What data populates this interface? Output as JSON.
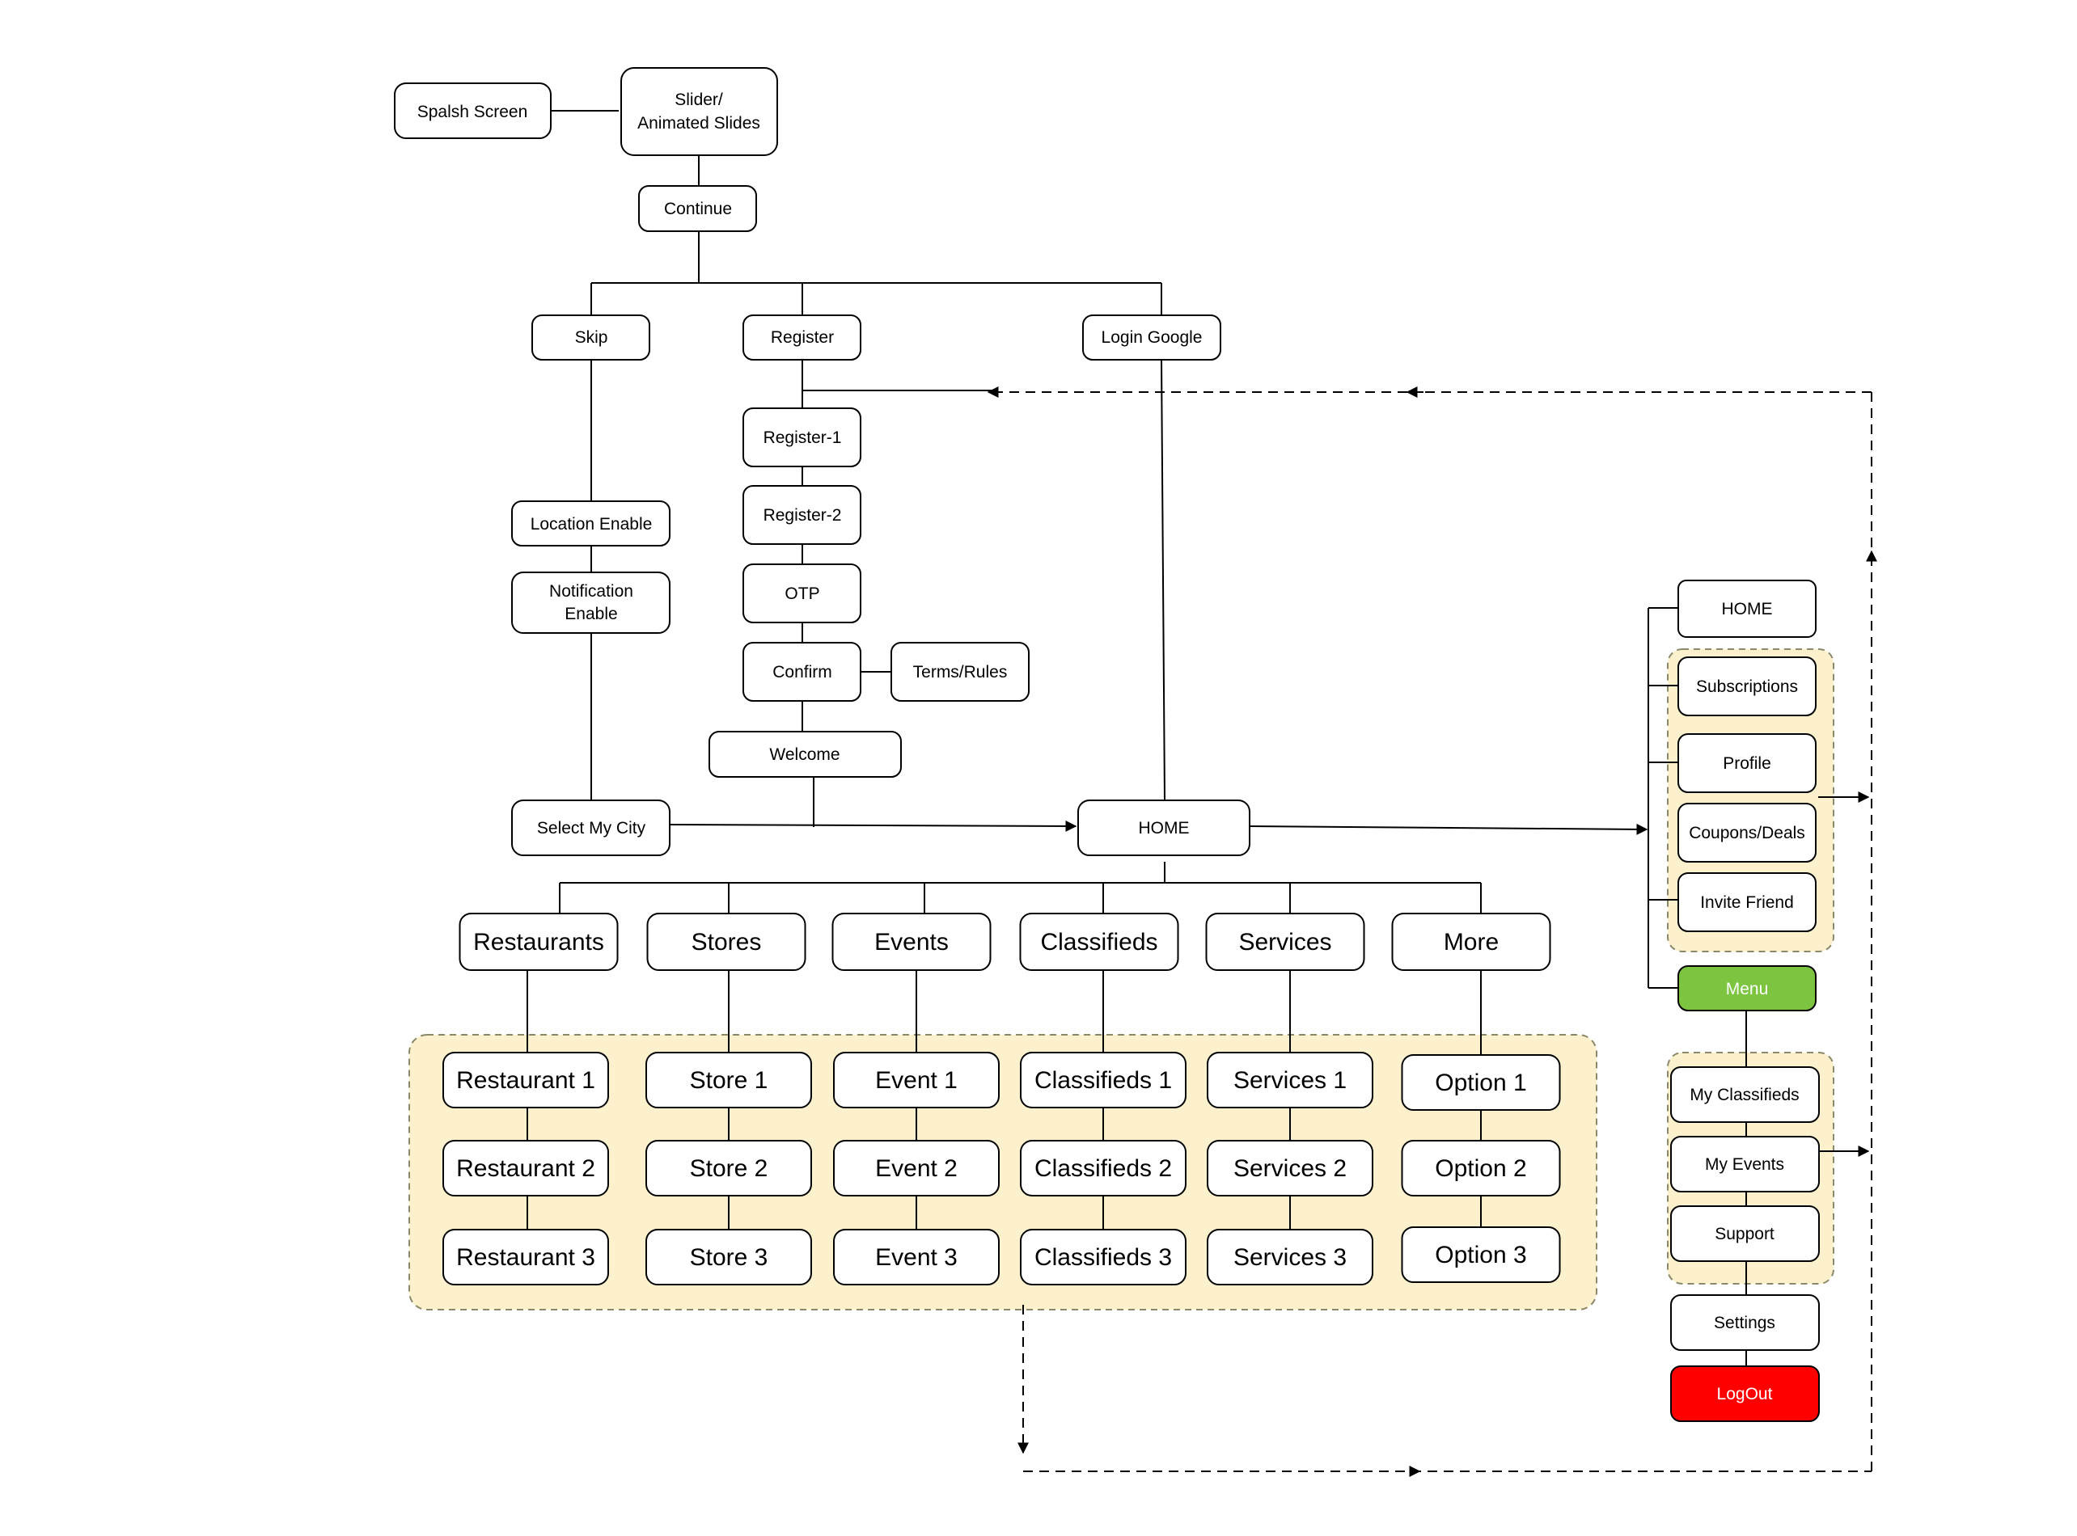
{
  "colors": {
    "stroke": "#000000",
    "node_fill": "#ffffff",
    "group_fill": "#fdf0cc",
    "group_border": "#8a8a6a",
    "menu_fill": "#7dc540",
    "menu_text": "#ffffff",
    "logout_fill": "#ff0000",
    "logout_text": "#ffffff"
  },
  "nodes": {
    "splash": "Spalsh Screen",
    "slider_line1": "Slider/",
    "slider_line2": "Animated Slides",
    "continue": "Continue",
    "skip": "Skip",
    "register": "Register",
    "login_google": "Login Google",
    "location_enable": "Location Enable",
    "notification_line1": "Notification",
    "notification_line2": "Enable",
    "select_city": "Select My City",
    "register_1": "Register-1",
    "register_2": "Register-2",
    "otp": "OTP",
    "confirm": "Confirm",
    "terms": "Terms/Rules",
    "welcome": "Welcome",
    "home_main": "HOME"
  },
  "categories": [
    {
      "title": "Restaurants",
      "items": [
        "Restaurant 1",
        "Restaurant 2",
        "Restaurant 3"
      ]
    },
    {
      "title": "Stores",
      "items": [
        "Store 1",
        "Store 2",
        "Store 3"
      ]
    },
    {
      "title": "Events",
      "items": [
        "Event 1",
        "Event 2",
        "Event 3"
      ]
    },
    {
      "title": "Classifieds",
      "items": [
        "Classifieds 1",
        "Classifieds 2",
        "Classifieds 3"
      ]
    },
    {
      "title": "Services",
      "items": [
        "Services 1",
        "Services 2",
        "Services 3"
      ]
    },
    {
      "title": "More",
      "items": [
        "Option 1",
        "Option 2",
        "Option 3"
      ]
    }
  ],
  "menu": {
    "home": "HOME",
    "subscriptions": "Subscriptions",
    "profile": "Profile",
    "coupons": "Coupons/Deals",
    "invite": "Invite Friend",
    "menu": "Menu",
    "my_classifieds": "My Classifieds",
    "my_events": "My Events",
    "support": "Support",
    "settings": "Settings",
    "logout": "LogOut"
  }
}
